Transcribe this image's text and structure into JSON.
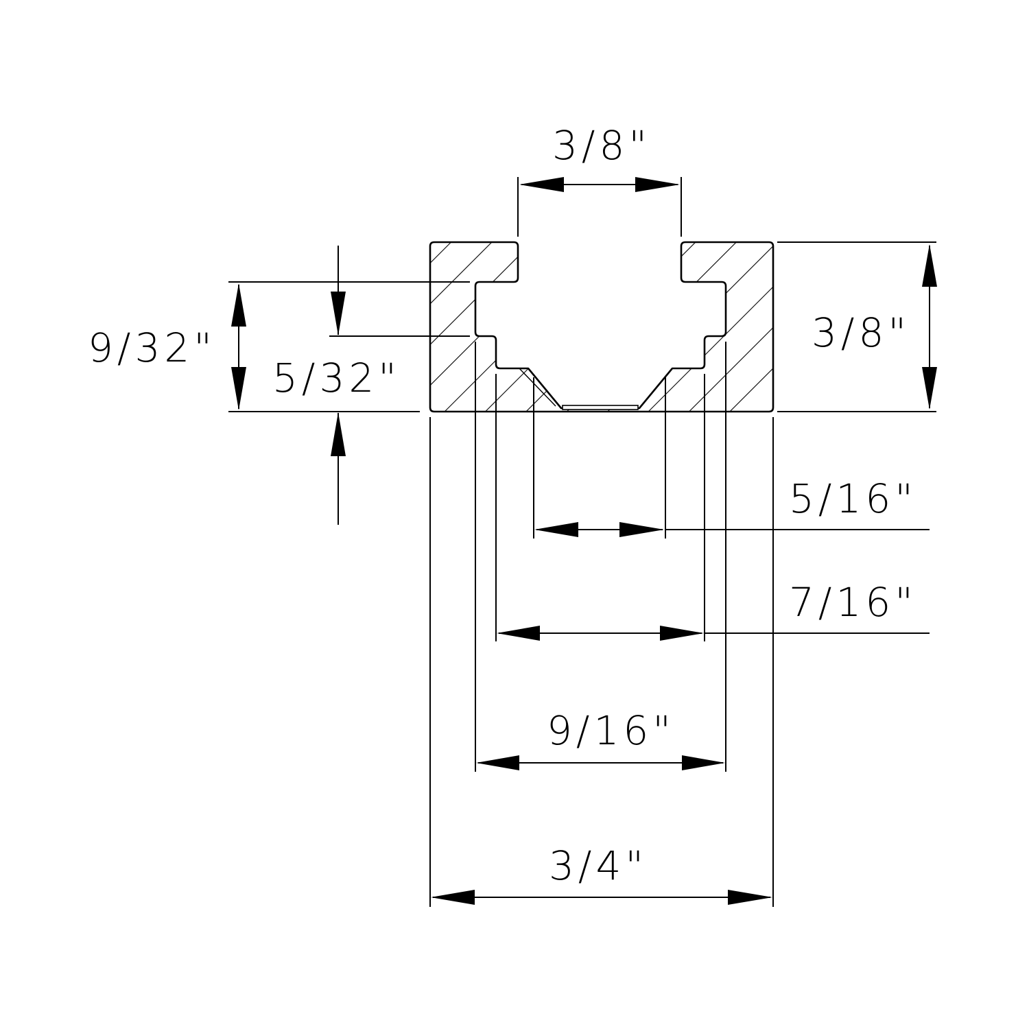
{
  "drawing": {
    "subject": "T-track cross-section profile",
    "line_color": "#000000",
    "background": "#ffffff",
    "hatch": "diagonal section hatching"
  },
  "dimensions": {
    "top_opening": {
      "label": "3/8\"",
      "orientation": "horizontal",
      "measures": "slot opening width at top"
    },
    "overall_height": {
      "label": "3/8\"",
      "orientation": "vertical",
      "measures": "total profile height"
    },
    "lower_slot_height": {
      "label": "9/32\"",
      "orientation": "vertical",
      "measures": "height from flange underside to base"
    },
    "base_thickness": {
      "label": "5/32\"",
      "orientation": "vertical",
      "measures": "height from step ledge to base"
    },
    "bottom_channel": {
      "label": "5/16\"",
      "orientation": "horizontal",
      "measures": "bottom relief channel width"
    },
    "lower_slot_width": {
      "label": "7/16\"",
      "orientation": "horizontal",
      "measures": "narrow lower slot width"
    },
    "upper_slot_width": {
      "label": "9/16\"",
      "orientation": "horizontal",
      "measures": "wide undercut slot width"
    },
    "overall_width": {
      "label": "3/4\"",
      "orientation": "horizontal",
      "measures": "total profile width"
    }
  }
}
